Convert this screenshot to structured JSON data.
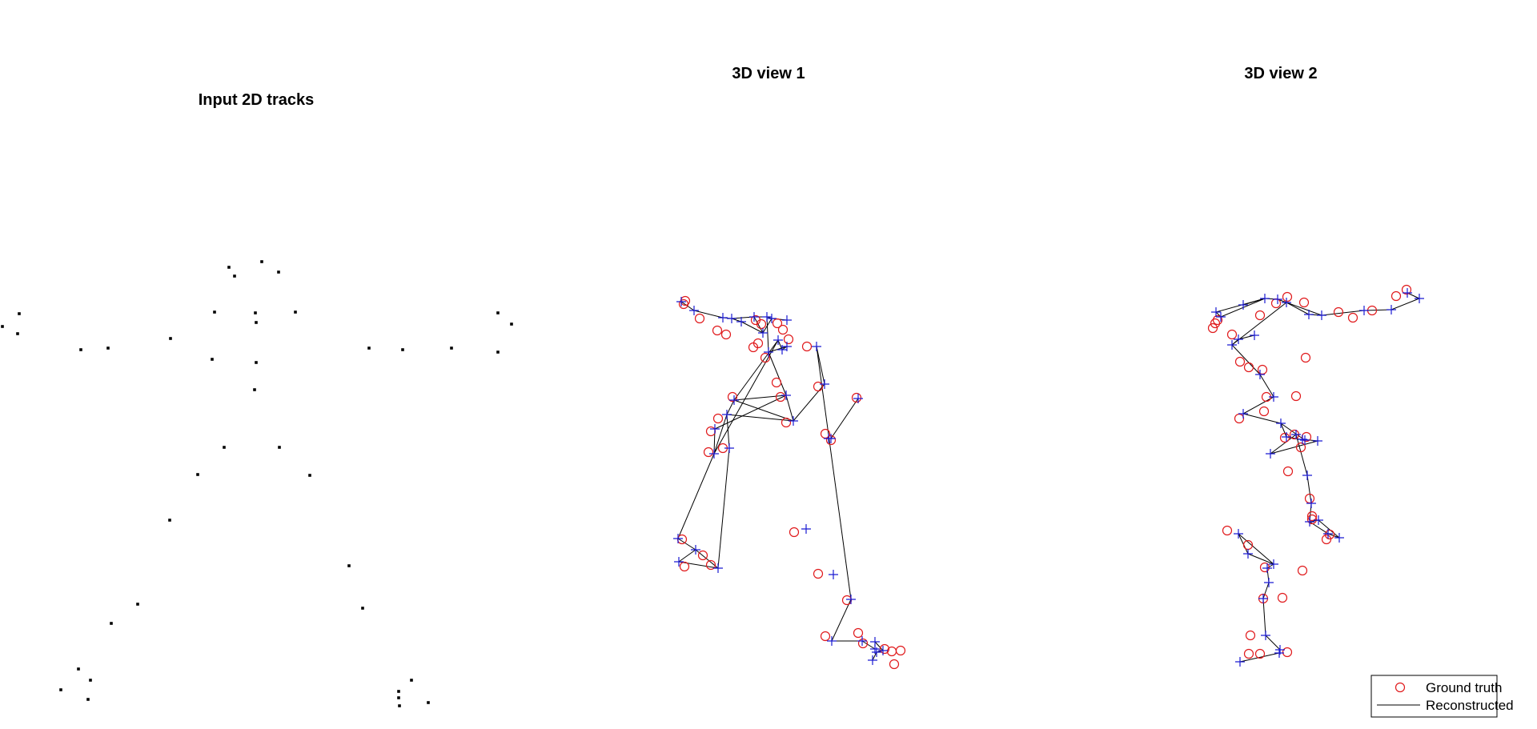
{
  "colors": {
    "ground_truth": "#e0191b",
    "reconstructed": "#000000",
    "reconstructed_markers": "#1a1ad2",
    "tracks": "#000000"
  },
  "legend": {
    "ground_truth": "Ground truth",
    "reconstructed": "Reconstructed"
  },
  "chart_data": [
    {
      "type": "scatter",
      "title": "Input 2D tracks",
      "xlabel": "",
      "ylabel": "",
      "grid": false,
      "axes_visible": false,
      "xlim": [
        0,
        650
      ],
      "ylim": [
        0,
        760
      ],
      "x": [
        286,
        327,
        348,
        293,
        24,
        3,
        22,
        268,
        319,
        369,
        320,
        622,
        639,
        622,
        101,
        135,
        213,
        461,
        503,
        564,
        265,
        320,
        318,
        280,
        349,
        247,
        387,
        212,
        436,
        172,
        453,
        139,
        499,
        98,
        113,
        76,
        110,
        514,
        498,
        498,
        535
      ],
      "y": [
        566,
        573,
        560,
        555,
        508,
        492,
        483,
        510,
        509,
        510,
        497,
        509,
        495,
        460,
        463,
        465,
        477,
        465,
        463,
        465,
        451,
        447,
        413,
        341,
        341,
        307,
        306,
        250,
        193,
        145,
        140,
        121,
        18,
        64,
        50,
        38,
        26,
        50,
        36,
        28,
        22
      ]
    },
    {
      "type": "scatter",
      "title": "3D view 1",
      "xlabel": "",
      "ylabel": "",
      "grid": false,
      "axes_visible": false,
      "xlim": [
        0,
        420
      ],
      "ylim": [
        0,
        760
      ],
      "series": [
        {
          "name": "Ground truth",
          "marker": "circle",
          "x": [
            81,
            79,
            99,
            121,
            132,
            169,
            176,
            196,
            203,
            172,
            210,
            166,
            181,
            195,
            140,
            200,
            122,
            113,
            207,
            128,
            110,
            77,
            103,
            80,
            113,
            217,
            247,
            283,
            256,
            297,
            303,
            330,
            339,
            350,
            342,
            247,
            233,
            295,
            263,
            256
          ],
          "y": [
            524,
            520,
            502,
            487,
            482,
            500,
            495,
            496,
            488,
            471,
            476,
            466,
            453,
            422,
            404,
            404,
            377,
            361,
            372,
            340,
            335,
            226,
            206,
            192,
            194,
            235,
            183,
            150,
            105,
            109,
            96,
            89,
            86,
            87,
            70,
            417,
            467,
            403,
            350,
            358
          ]
        },
        {
          "name": "Reconstructed",
          "marker": "plus",
          "x": [
            76,
            92,
            128,
            139,
            151,
            167,
            183,
            189,
            208,
            178,
            197,
            202,
            208,
            185,
            142,
            207,
            133,
            118,
            216,
            136,
            117,
            72,
            94,
            73,
            122,
            232,
            266,
            288,
            264,
            302,
            318,
            318,
            328,
            320,
            315,
            255,
            245,
            297,
            263,
            260
          ],
          "y": [
            523,
            512,
            503,
            502,
            498,
            504,
            504,
            502,
            500,
            484,
            475,
            463,
            467,
            460,
            400,
            406,
            382,
            364,
            374,
            340,
            333,
            227,
            213,
            198,
            190,
            239,
            182,
            151,
            99,
            99,
            89,
            98,
            87,
            85,
            75,
            420,
            467,
            402,
            352,
            352
          ]
        }
      ],
      "edges": [
        [
          0,
          1
        ],
        [
          1,
          2
        ],
        [
          2,
          3
        ],
        [
          3,
          4
        ],
        [
          3,
          5
        ],
        [
          4,
          9
        ],
        [
          5,
          6
        ],
        [
          6,
          7
        ],
        [
          7,
          8
        ],
        [
          5,
          9
        ],
        [
          6,
          13
        ],
        [
          7,
          9
        ],
        [
          10,
          11
        ],
        [
          11,
          12
        ],
        [
          12,
          13
        ],
        [
          10,
          14
        ],
        [
          13,
          15
        ],
        [
          10,
          20
        ],
        [
          14,
          16
        ],
        [
          14,
          15
        ],
        [
          15,
          17
        ],
        [
          15,
          18
        ],
        [
          14,
          18
        ],
        [
          16,
          20
        ],
        [
          16,
          19
        ],
        [
          16,
          18
        ],
        [
          17,
          20
        ],
        [
          20,
          21
        ],
        [
          21,
          22
        ],
        [
          22,
          23
        ],
        [
          23,
          24
        ],
        [
          22,
          24
        ],
        [
          19,
          24
        ],
        [
          18,
          35
        ],
        [
          35,
          36
        ],
        [
          36,
          27
        ],
        [
          27,
          28
        ],
        [
          28,
          29
        ],
        [
          29,
          30
        ],
        [
          30,
          31
        ],
        [
          31,
          32
        ],
        [
          32,
          33
        ],
        [
          33,
          34
        ],
        [
          37,
          38
        ],
        [
          38,
          39
        ]
      ]
    },
    {
      "type": "scatter",
      "title": "3D view 2",
      "xlabel": "",
      "ylabel": "",
      "grid": false,
      "axes_visible": false,
      "xlim": [
        0,
        420
      ],
      "ylim": [
        0,
        760
      ],
      "series": [
        {
          "name": "Ground truth",
          "marker": "circle",
          "x": [
            362,
            349,
            319,
            295,
            277,
            234,
            213,
            199,
            179,
            126,
            120,
            123,
            144,
            154,
            182,
            165,
            187,
            153,
            184,
            236,
            224,
            237,
            222,
            164,
            185,
            232,
            207,
            183,
            167,
            179,
            213,
            165,
            138,
            210,
            230,
            214,
            241,
            244,
            244,
            266,
            262
          ],
          "y": [
            538,
            530,
            512,
            503,
            510,
            522,
            529,
            521,
            506,
            500,
            490,
            496,
            482,
            448,
            438,
            441,
            404,
            377,
            386,
            453,
            405,
            354,
            357,
            219,
            191,
            187,
            153,
            152,
            106,
            83,
            85,
            83,
            237,
            353,
            341,
            311,
            277,
            251,
            255,
            232,
            226
          ]
        },
        {
          "name": "Reconstructed",
          "marker": "plus",
          "x": [
            363,
            378,
            343,
            309,
            256,
            240,
            212,
            201,
            185,
            158,
            124,
            130,
            144,
            152,
            172,
            179,
            196,
            158,
            205,
            212,
            235,
            232,
            251,
            164,
            196,
            188,
            190,
            183,
            186,
            204,
            203,
            154,
            152,
            192,
            224,
            238,
            243,
            241,
            252,
            278,
            264
          ],
          "y": [
            534,
            527,
            513,
            512,
            506,
            507,
            522,
            526,
            527,
            519,
            510,
            504,
            469,
            476,
            481,
            432,
            404,
            383,
            371,
            354,
            350,
            351,
            349,
            208,
            195,
            190,
            172,
            152,
            106,
            88,
            84,
            73,
            233,
            333,
            357,
            306,
            271,
            248,
            250,
            228,
            233
          ]
        }
      ],
      "edges": [
        [
          0,
          1
        ],
        [
          1,
          2
        ],
        [
          2,
          3
        ],
        [
          3,
          4
        ],
        [
          4,
          6
        ],
        [
          4,
          5
        ],
        [
          5,
          6
        ],
        [
          6,
          7
        ],
        [
          7,
          8
        ],
        [
          8,
          9
        ],
        [
          8,
          10
        ],
        [
          10,
          11
        ],
        [
          8,
          11
        ],
        [
          6,
          12
        ],
        [
          12,
          13
        ],
        [
          13,
          14
        ],
        [
          12,
          15
        ],
        [
          15,
          16
        ],
        [
          16,
          17
        ],
        [
          17,
          18
        ],
        [
          18,
          20
        ],
        [
          18,
          19
        ],
        [
          19,
          20
        ],
        [
          20,
          21
        ],
        [
          21,
          22
        ],
        [
          22,
          33
        ],
        [
          33,
          34
        ],
        [
          34,
          35
        ],
        [
          35,
          36
        ],
        [
          36,
          37
        ],
        [
          37,
          38
        ],
        [
          38,
          39
        ],
        [
          39,
          40
        ],
        [
          37,
          40
        ],
        [
          23,
          24
        ],
        [
          24,
          25
        ],
        [
          25,
          26
        ],
        [
          26,
          27
        ],
        [
          27,
          28
        ],
        [
          28,
          29
        ],
        [
          29,
          30
        ],
        [
          30,
          31
        ],
        [
          32,
          23
        ],
        [
          32,
          24
        ]
      ]
    }
  ]
}
